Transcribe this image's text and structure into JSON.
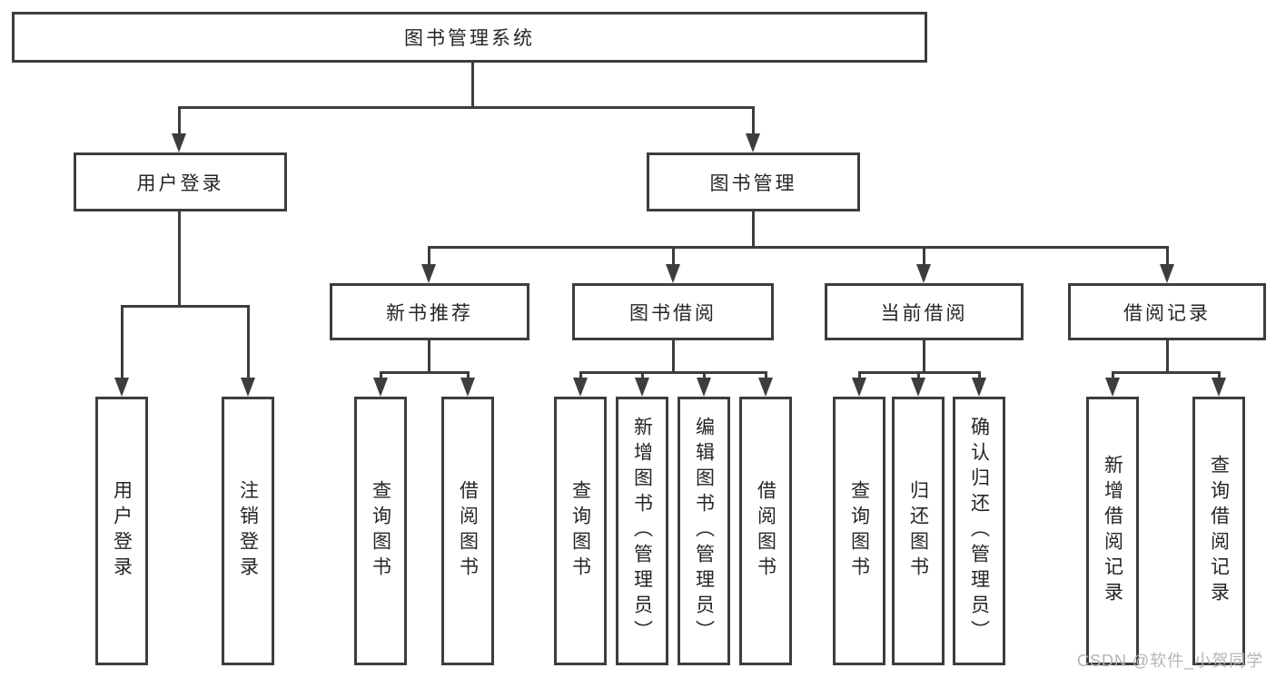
{
  "tree": {
    "root": "图书管理系统",
    "children": [
      {
        "label": "用户登录",
        "children": [
          "用户登录",
          "注销登录"
        ]
      },
      {
        "label": "图书管理",
        "children": [
          {
            "label": "新书推荐",
            "children": [
              "查询图书",
              "借阅图书"
            ]
          },
          {
            "label": "图书借阅",
            "children": [
              "查询图书",
              "新增图书（管理员）",
              "编辑图书（管理员）",
              "借阅图书"
            ]
          },
          {
            "label": "当前借阅",
            "children": [
              "查询图书",
              "归还图书",
              "确认归还（管理员）"
            ]
          },
          {
            "label": "借阅记录",
            "children": [
              "新增借阅记录",
              "查询借阅记录"
            ]
          }
        ]
      }
    ]
  },
  "watermark": {
    "text": "CSDN @软件_小贺同学"
  },
  "colors": {
    "line": "#3d3d3d",
    "text": "#262626",
    "watermark": "#b5b5b5",
    "background": "#ffffff"
  }
}
